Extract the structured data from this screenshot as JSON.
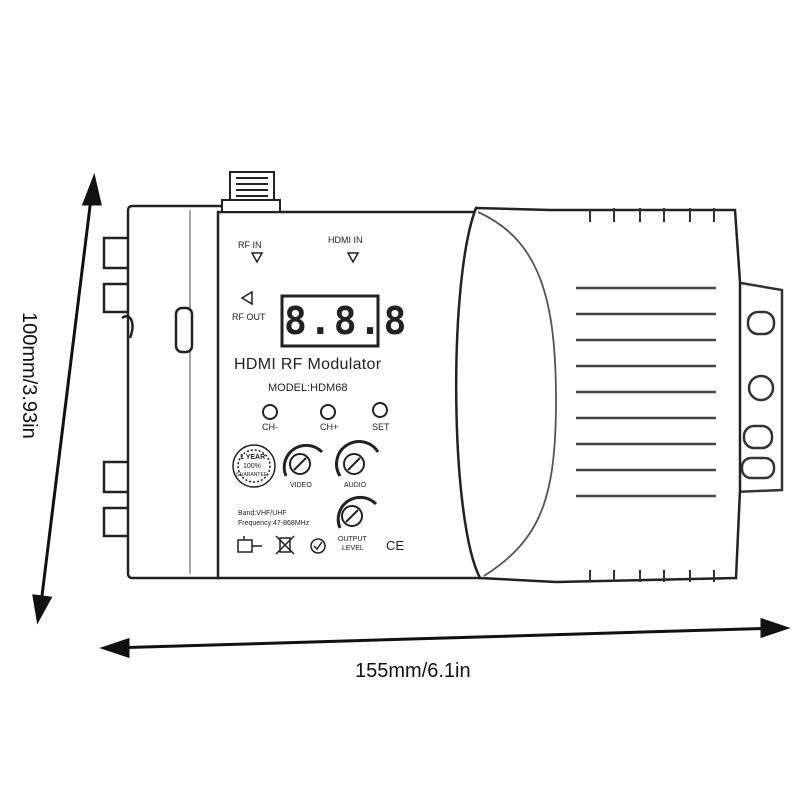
{
  "dimensions": {
    "width_label": "155mm/6.1in",
    "height_label": "100mm/3.93in"
  },
  "panel": {
    "rf_in": "RF IN",
    "hdmi_in": "HDMI IN",
    "rf_out": "RF OUT",
    "display_text": "8.8.8",
    "product_name": "HDMI RF Modulator",
    "model": "MODEL:HDM68",
    "buttons": [
      "CH-",
      "CH+",
      "SET"
    ],
    "knobs": [
      "VIDEO",
      "AUDIO"
    ],
    "output_level_line1": "OUTPUT",
    "output_level_line2": "LEVEL",
    "warranty_line1": "1 YEAR",
    "warranty_line2": "100%",
    "warranty_line3": "GUARANTEE",
    "band": "Band:VHF/UHF",
    "frequency": "Frequency:47-868MHz",
    "ce_mark": "CE"
  },
  "icons": [
    "screw-terminal-icon",
    "weee-bin-icon",
    "check-circle-icon",
    "ce-mark-icon",
    "arrow-down-icon",
    "arrow-left-icon"
  ]
}
